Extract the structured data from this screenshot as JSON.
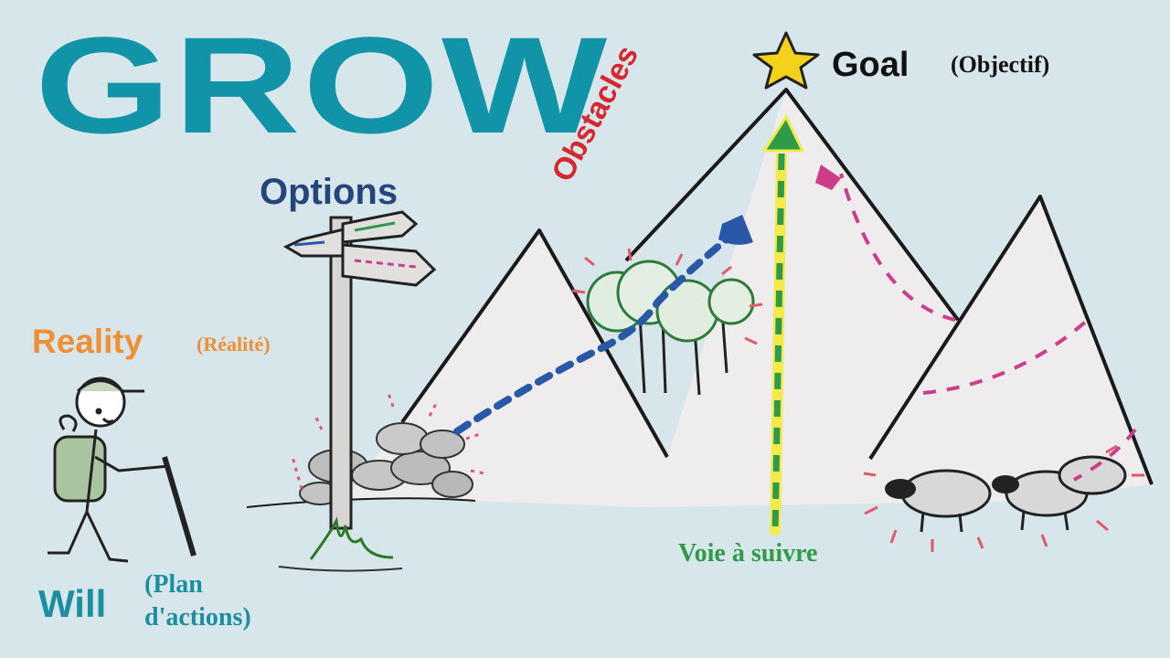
{
  "title": "GROW",
  "options_label": "Options",
  "reality_label": "Reality",
  "reality_sub": "(Réalité)",
  "will_label": "Will",
  "will_sub_line1": "(Plan",
  "will_sub_line2": "d'actions)",
  "goal_label": "Goal",
  "goal_sub": "(Objectif)",
  "obstacles_label": "Obstacles",
  "path_label": "Voie à suivre",
  "colors": {
    "background": "#d7e6ea",
    "title": "#1193a8",
    "options": "#24467a",
    "reality": "#ef8f36",
    "will": "#1b8fa0",
    "obstacles": "#d8262f",
    "path_green": "#2f9a4a",
    "path_blue": "#2a58a8",
    "path_pink": "#cc3d8a",
    "star": "#f4d21c"
  }
}
